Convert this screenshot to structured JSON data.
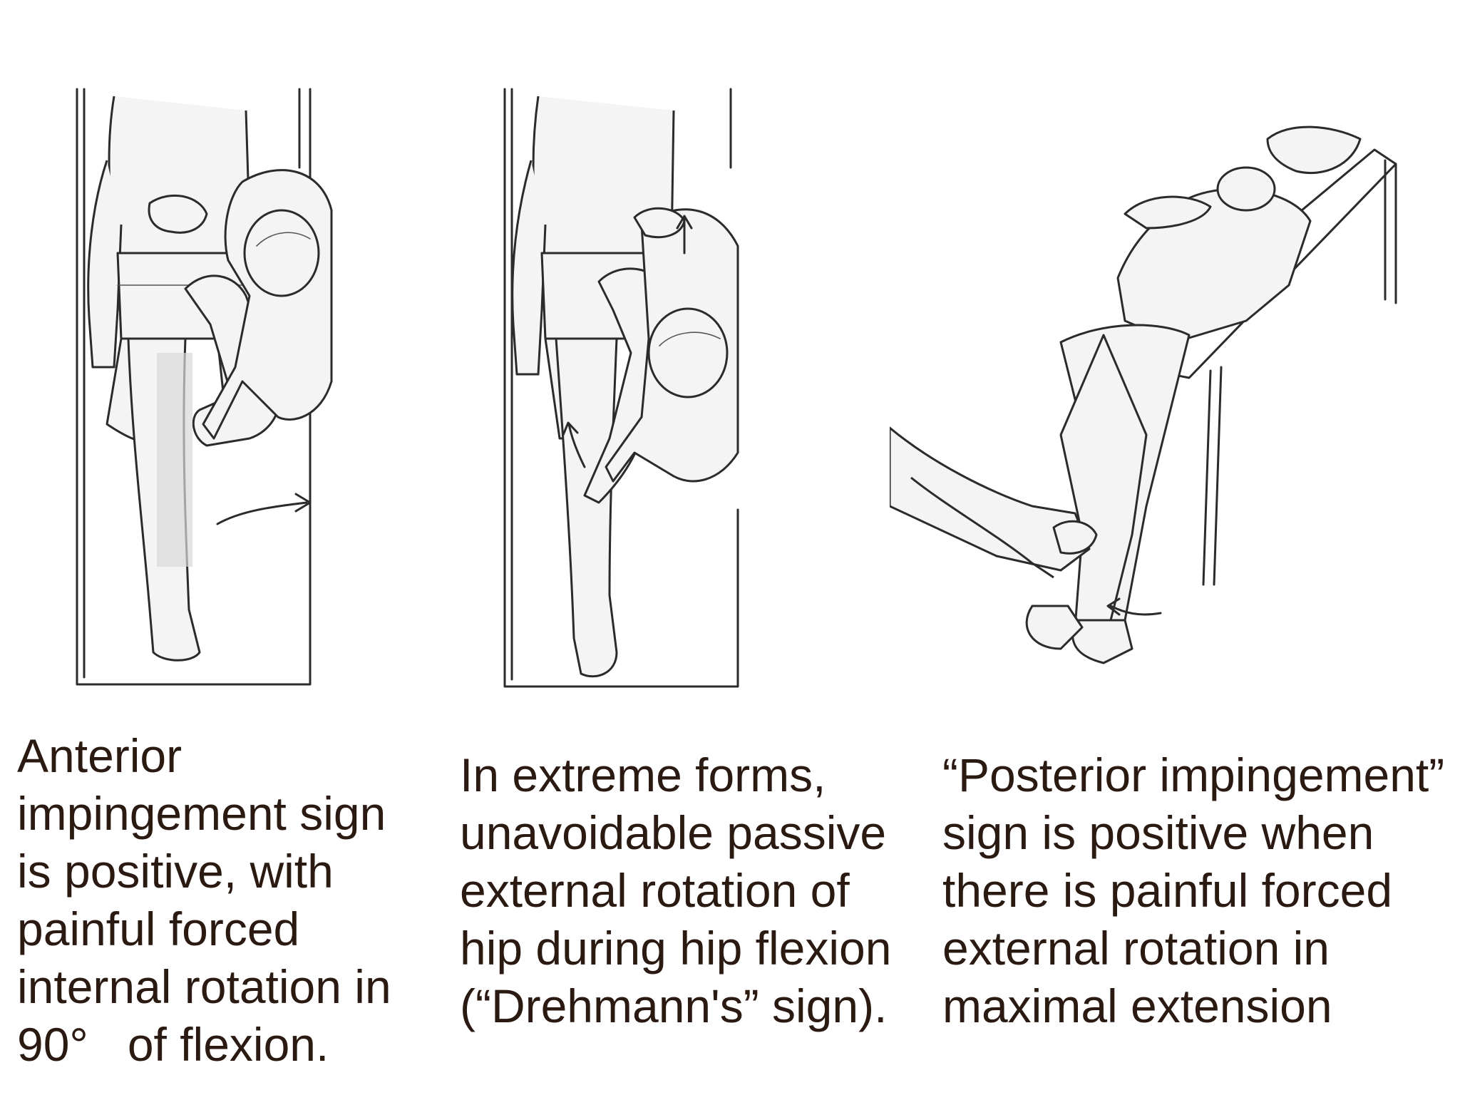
{
  "panels": [
    {
      "caption_lines": [
        "Anterior",
        "impingement sign",
        "is positive, with",
        "painful forced",
        "internal rotation in",
        "90°   of flexion."
      ]
    },
    {
      "caption_lines": [
        "In extreme forms,",
        "unavoidable passive",
        "external rotation of",
        "hip during hip flexion",
        "(“Drehmann's” sign)."
      ]
    },
    {
      "caption_lines": [
        "“Posterior impingement”",
        "sign is positive when",
        "there is painful forced",
        "external rotation in",
        "maximal extension"
      ]
    }
  ]
}
